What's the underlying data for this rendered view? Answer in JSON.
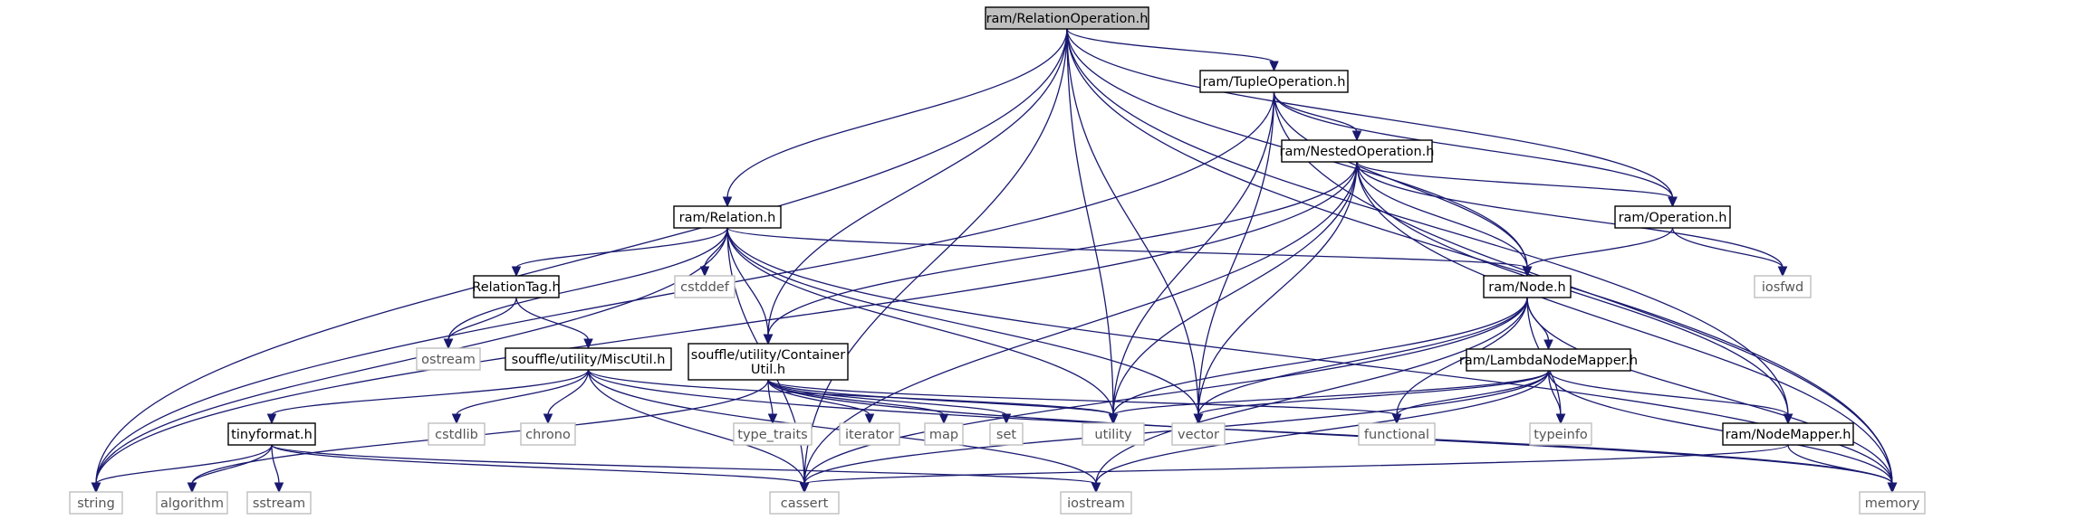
{
  "graph": {
    "root": "ram/RelationOperation.h",
    "colors": {
      "edge": "#191970",
      "root_fill": "#bfbfbf",
      "internal_border": "#000000",
      "external_border": "#bfbfbf"
    },
    "nodes": [
      {
        "id": "relop",
        "lines": [
          "ram/RelationOperation.h"
        ],
        "kind": "root"
      },
      {
        "id": "tupleop",
        "lines": [
          "ram/TupleOperation.h"
        ],
        "kind": "internal"
      },
      {
        "id": "nestedop",
        "lines": [
          "ram/NestedOperation.h"
        ],
        "kind": "internal"
      },
      {
        "id": "relation",
        "lines": [
          "ram/Relation.h"
        ],
        "kind": "internal"
      },
      {
        "id": "operation",
        "lines": [
          "ram/Operation.h"
        ],
        "kind": "internal"
      },
      {
        "id": "node",
        "lines": [
          "ram/Node.h"
        ],
        "kind": "internal"
      },
      {
        "id": "reltag",
        "lines": [
          "RelationTag.h"
        ],
        "kind": "internal"
      },
      {
        "id": "miscutil",
        "lines": [
          "souffle/utility/MiscUtil.h"
        ],
        "kind": "internal"
      },
      {
        "id": "containerutil",
        "lines": [
          "souffle/utility/Container",
          "Util.h"
        ],
        "kind": "internal"
      },
      {
        "id": "lambdamapper",
        "lines": [
          "ram/LambdaNodeMapper.h"
        ],
        "kind": "internal"
      },
      {
        "id": "nodemapper",
        "lines": [
          "ram/NodeMapper.h"
        ],
        "kind": "internal"
      },
      {
        "id": "tinyformat",
        "lines": [
          "tinyformat.h"
        ],
        "kind": "internal"
      },
      {
        "id": "string",
        "lines": [
          "string"
        ],
        "kind": "external"
      },
      {
        "id": "cassert",
        "lines": [
          "cassert"
        ],
        "kind": "external"
      },
      {
        "id": "utility",
        "lines": [
          "utility"
        ],
        "kind": "external"
      },
      {
        "id": "vector",
        "lines": [
          "vector"
        ],
        "kind": "external"
      },
      {
        "id": "memory",
        "lines": [
          "memory"
        ],
        "kind": "external"
      },
      {
        "id": "iosfwd",
        "lines": [
          "iosfwd"
        ],
        "kind": "external"
      },
      {
        "id": "cstddef",
        "lines": [
          "cstddef"
        ],
        "kind": "external"
      },
      {
        "id": "ostream",
        "lines": [
          "ostream"
        ],
        "kind": "external"
      },
      {
        "id": "functional",
        "lines": [
          "functional"
        ],
        "kind": "external"
      },
      {
        "id": "typeinfo",
        "lines": [
          "typeinfo"
        ],
        "kind": "external"
      },
      {
        "id": "iostream",
        "lines": [
          "iostream"
        ],
        "kind": "external"
      },
      {
        "id": "cstdlib",
        "lines": [
          "cstdlib"
        ],
        "kind": "external"
      },
      {
        "id": "chrono",
        "lines": [
          "chrono"
        ],
        "kind": "external"
      },
      {
        "id": "type_traits",
        "lines": [
          "type_traits"
        ],
        "kind": "external"
      },
      {
        "id": "iterator",
        "lines": [
          "iterator"
        ],
        "kind": "external"
      },
      {
        "id": "map",
        "lines": [
          "map"
        ],
        "kind": "external"
      },
      {
        "id": "set",
        "lines": [
          "set"
        ],
        "kind": "external"
      },
      {
        "id": "algorithm",
        "lines": [
          "algorithm"
        ],
        "kind": "external"
      },
      {
        "id": "sstream",
        "lines": [
          "sstream"
        ],
        "kind": "external"
      }
    ],
    "edges": [
      [
        "relop",
        "string"
      ],
      [
        "relop",
        "cassert"
      ],
      [
        "relop",
        "containerutil"
      ],
      [
        "relop",
        "relation"
      ],
      [
        "relop",
        "utility"
      ],
      [
        "relop",
        "vector"
      ],
      [
        "relop",
        "tupleop"
      ],
      [
        "relop",
        "operation"
      ],
      [
        "relop",
        "node"
      ],
      [
        "relop",
        "nodemapper"
      ],
      [
        "relop",
        "memory"
      ],
      [
        "tupleop",
        "string"
      ],
      [
        "tupleop",
        "utility"
      ],
      [
        "tupleop",
        "vector"
      ],
      [
        "tupleop",
        "nestedop"
      ],
      [
        "tupleop",
        "operation"
      ],
      [
        "tupleop",
        "node"
      ],
      [
        "tupleop",
        "memory"
      ],
      [
        "nestedop",
        "string"
      ],
      [
        "nestedop",
        "containerutil"
      ],
      [
        "nestedop",
        "utility"
      ],
      [
        "nestedop",
        "vector"
      ],
      [
        "nestedop",
        "cassert"
      ],
      [
        "nestedop",
        "node"
      ],
      [
        "nestedop",
        "nodemapper"
      ],
      [
        "nestedop",
        "operation"
      ],
      [
        "nestedop",
        "iosfwd"
      ],
      [
        "nestedop",
        "memory"
      ],
      [
        "relation",
        "string"
      ],
      [
        "relation",
        "ostream"
      ],
      [
        "relation",
        "reltag"
      ],
      [
        "relation",
        "cassert"
      ],
      [
        "relation",
        "cstddef"
      ],
      [
        "relation",
        "containerutil"
      ],
      [
        "relation",
        "utility"
      ],
      [
        "relation",
        "vector"
      ],
      [
        "relation",
        "node"
      ],
      [
        "relation",
        "memory"
      ],
      [
        "operation",
        "node"
      ],
      [
        "operation",
        "iosfwd"
      ],
      [
        "node",
        "utility"
      ],
      [
        "node",
        "vector"
      ],
      [
        "node",
        "cassert"
      ],
      [
        "node",
        "functional"
      ],
      [
        "node",
        "lambdamapper"
      ],
      [
        "node",
        "typeinfo"
      ],
      [
        "node",
        "iostream"
      ],
      [
        "node",
        "memory"
      ],
      [
        "reltag",
        "ostream"
      ],
      [
        "reltag",
        "miscutil"
      ],
      [
        "miscutil",
        "tinyformat"
      ],
      [
        "miscutil",
        "cstdlib"
      ],
      [
        "miscutil",
        "chrono"
      ],
      [
        "miscutil",
        "cassert"
      ],
      [
        "miscutil",
        "iostream"
      ],
      [
        "miscutil",
        "utility"
      ],
      [
        "miscutil",
        "memory"
      ],
      [
        "containerutil",
        "algorithm"
      ],
      [
        "containerutil",
        "type_traits"
      ],
      [
        "containerutil",
        "iterator"
      ],
      [
        "containerutil",
        "map"
      ],
      [
        "containerutil",
        "set"
      ],
      [
        "containerutil",
        "utility"
      ],
      [
        "containerutil",
        "functional"
      ],
      [
        "containerutil",
        "memory"
      ],
      [
        "lambdamapper",
        "utility"
      ],
      [
        "lambdamapper",
        "vector"
      ],
      [
        "lambdamapper",
        "cassert"
      ],
      [
        "lambdamapper",
        "functional"
      ],
      [
        "lambdamapper",
        "typeinfo"
      ],
      [
        "lambdamapper",
        "nodemapper"
      ],
      [
        "lambdamapper",
        "iostream"
      ],
      [
        "lambdamapper",
        "memory"
      ],
      [
        "nodemapper",
        "cassert"
      ],
      [
        "nodemapper",
        "memory"
      ],
      [
        "tinyformat",
        "string"
      ],
      [
        "tinyformat",
        "algorithm"
      ],
      [
        "tinyformat",
        "sstream"
      ],
      [
        "tinyformat",
        "cassert"
      ],
      [
        "tinyformat",
        "iostream"
      ]
    ]
  }
}
